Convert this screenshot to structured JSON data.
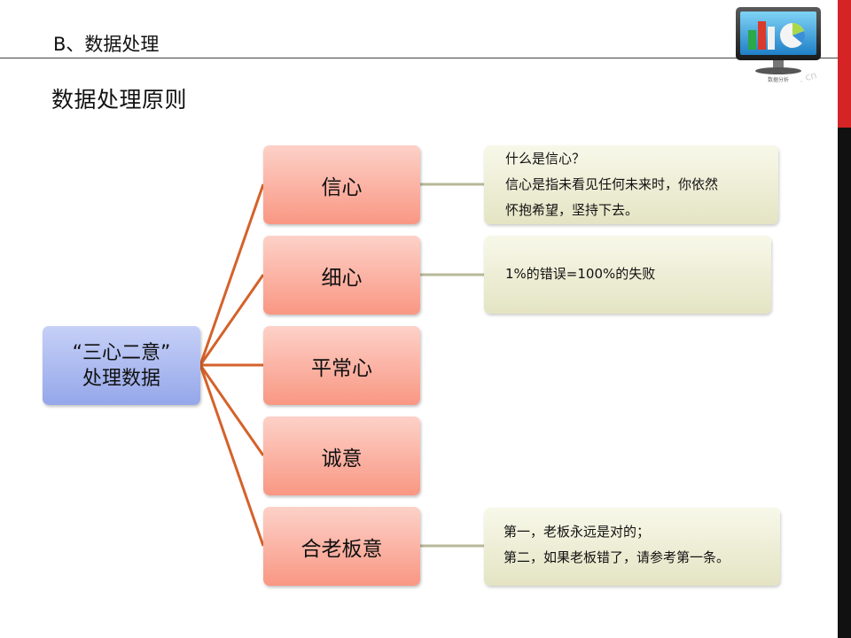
{
  "header": {
    "section_label": "B、数据处理",
    "title": "数据处理原则"
  },
  "logo": {
    "icon": "monitor-chart-icon",
    "caption": "数据分析",
    "watermark": ". cn"
  },
  "diagram": {
    "root": {
      "line1": "“三心二意”",
      "line2": "处理数据"
    },
    "branches": [
      {
        "label": "信心",
        "note": [
          "什么是信心？",
          "信心是指未看见任何未来时，你依然",
          "怀抱希望，坚持下去。"
        ]
      },
      {
        "label": "细心",
        "note": [
          "1%的错误=100%的失败"
        ]
      },
      {
        "label": "平常心",
        "note": []
      },
      {
        "label": "诚意",
        "note": []
      },
      {
        "label": "合老板意",
        "note": [
          "第一，老板永远是对的；",
          "第二，如果老板错了，请参考第一条。"
        ]
      }
    ]
  },
  "colors": {
    "connector": "#d4622a",
    "note_connector": "#b8b89a",
    "accent_red": "#d42426",
    "root_fill": "#a9b7ee",
    "branch_fill": "#fbae9e",
    "note_fill": "#eeeed6"
  }
}
